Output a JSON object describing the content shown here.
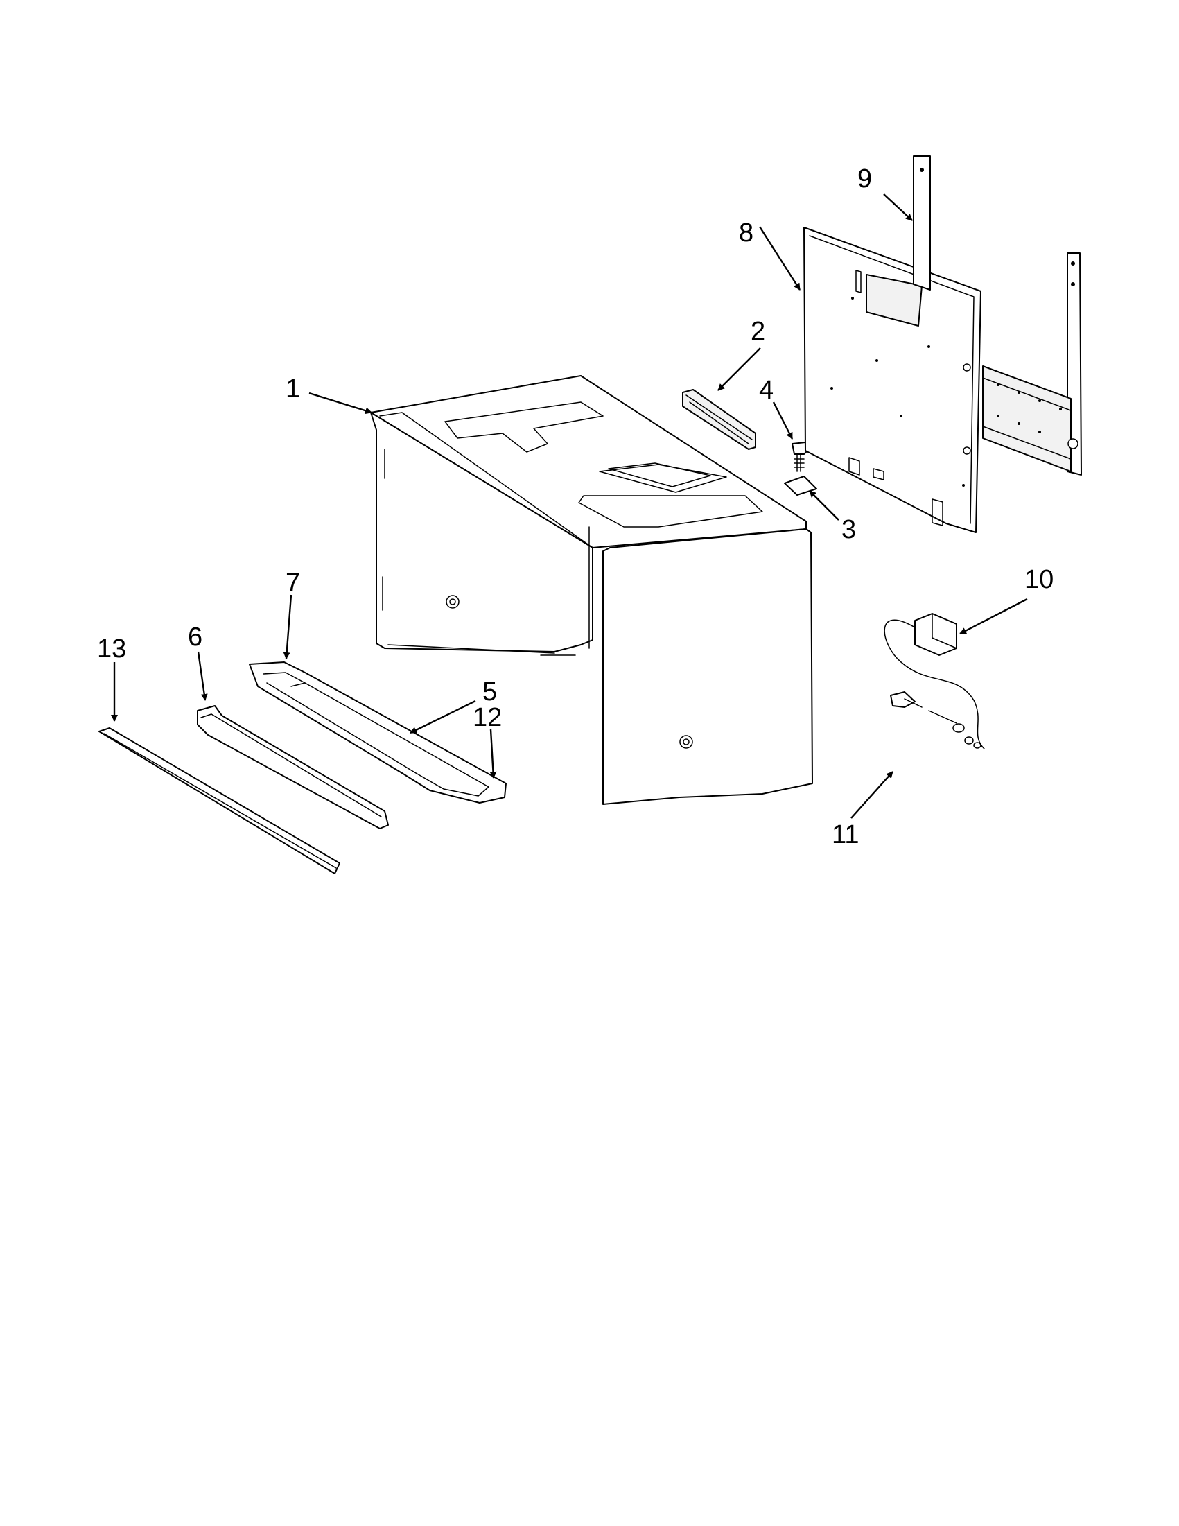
{
  "diagram": {
    "callouts": [
      {
        "id": "1",
        "label": "1"
      },
      {
        "id": "2",
        "label": "2"
      },
      {
        "id": "3",
        "label": "3"
      },
      {
        "id": "4",
        "label": "4"
      },
      {
        "id": "5",
        "label": "5"
      },
      {
        "id": "6",
        "label": "6"
      },
      {
        "id": "7",
        "label": "7"
      },
      {
        "id": "8",
        "label": "8"
      },
      {
        "id": "9",
        "label": "9"
      },
      {
        "id": "10",
        "label": "10"
      },
      {
        "id": "11",
        "label": "11"
      },
      {
        "id": "12",
        "label": "12"
      },
      {
        "id": "13",
        "label": "13"
      }
    ],
    "colors": {
      "line": "#000000",
      "background": "#ffffff",
      "shade": "#f2f2f2"
    }
  }
}
